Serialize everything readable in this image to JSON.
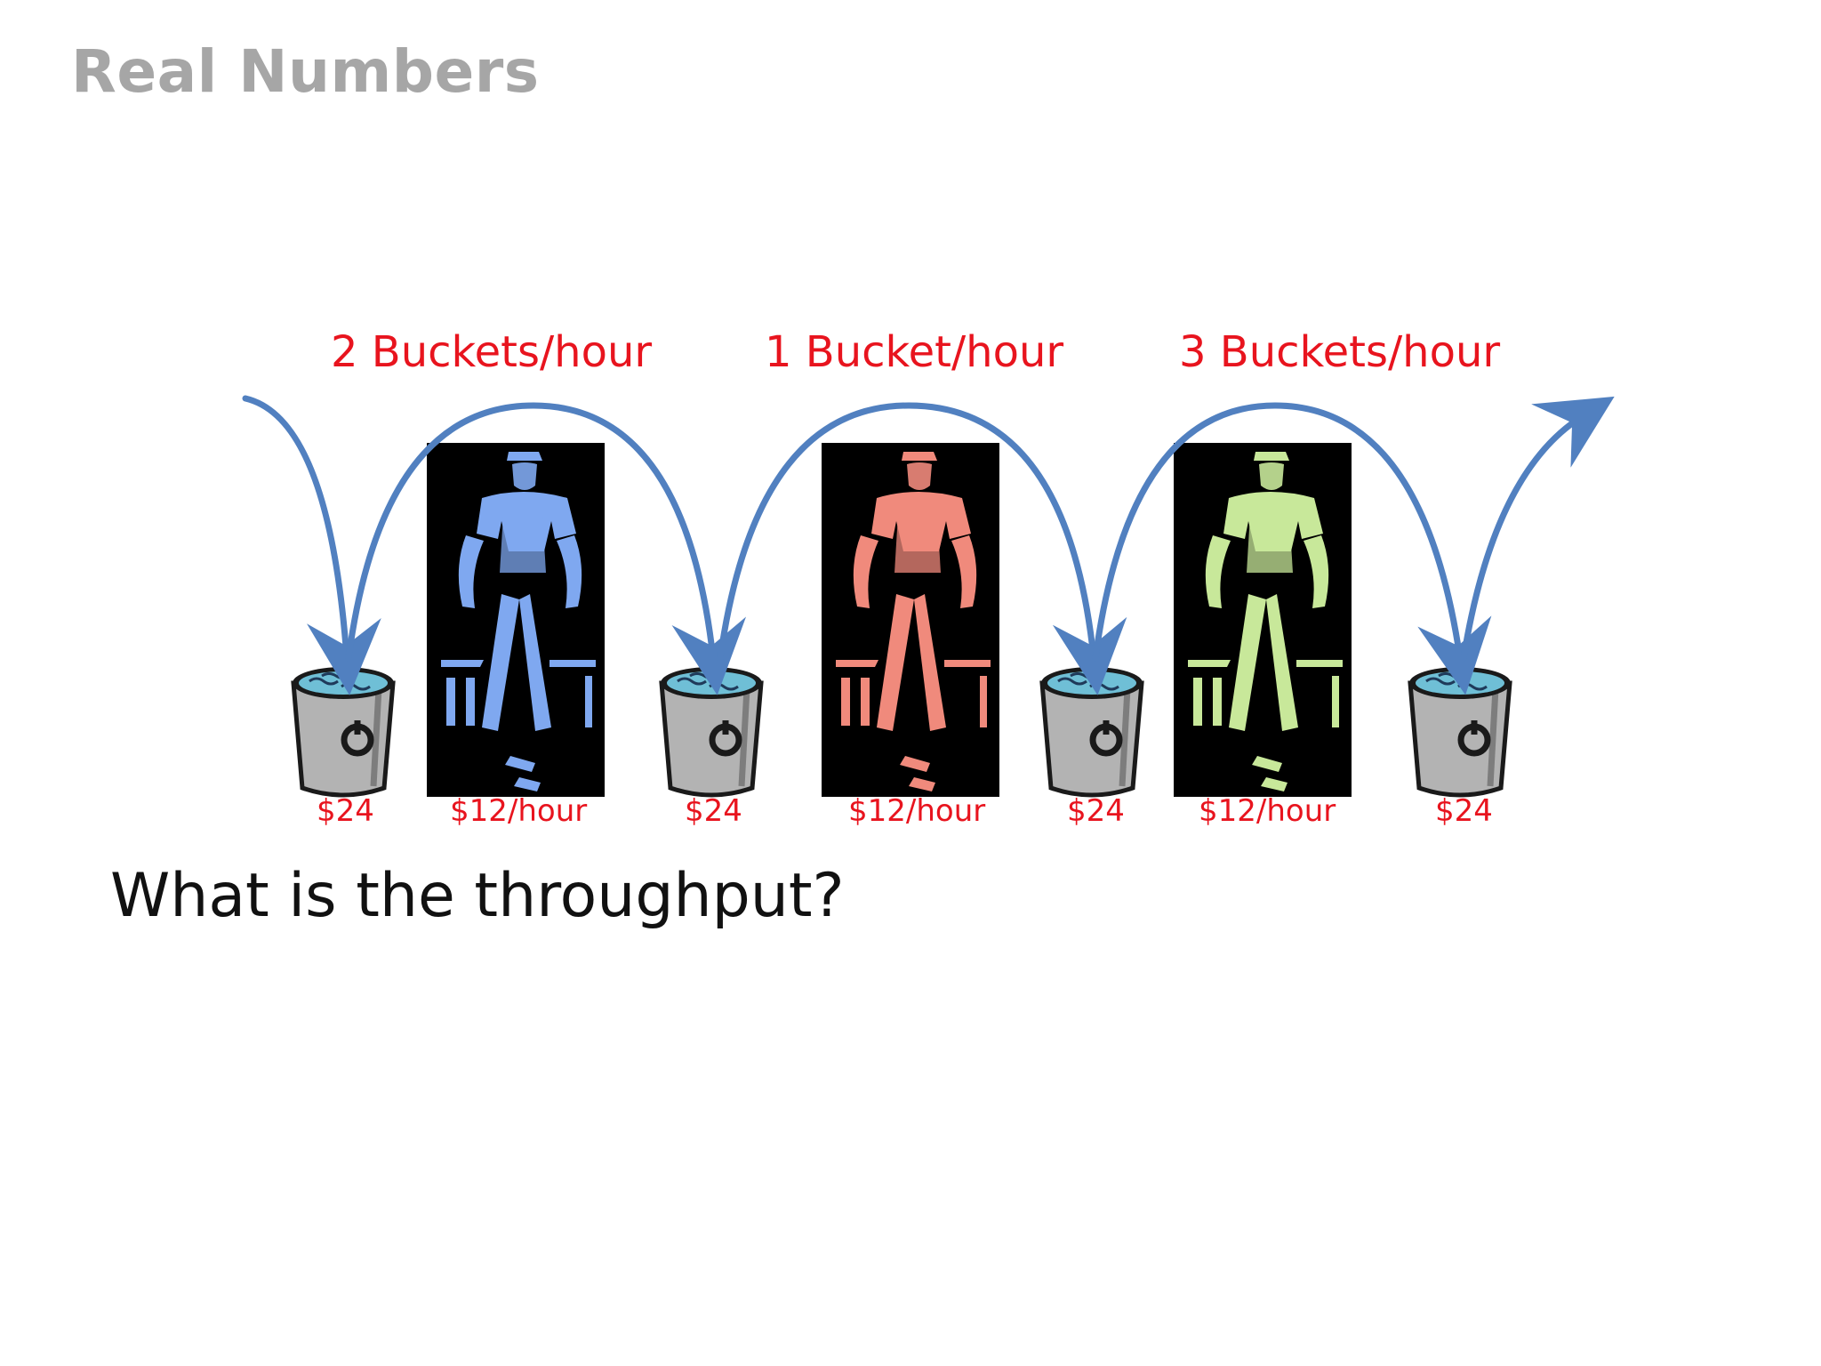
{
  "slide": {
    "title": "Real Numbers",
    "question": "What is the throughput?"
  },
  "rates": [
    {
      "label": "2 Buckets/hour"
    },
    {
      "label": "1 Bucket/hour"
    },
    {
      "label": "3 Buckets/hour"
    }
  ],
  "buckets": [
    {
      "price": "$24"
    },
    {
      "price": "$24"
    },
    {
      "price": "$24"
    },
    {
      "price": "$24"
    }
  ],
  "workers": [
    {
      "wage": "$12/hour",
      "color": "#7fa8f0"
    },
    {
      "wage": "$12/hour",
      "color": "#f08a7c"
    },
    {
      "wage": "$12/hour",
      "color": "#c8e89a"
    }
  ],
  "colors": {
    "arrow": "#5180c0",
    "label_red": "#e8141e",
    "title_gray": "#a6a6a6"
  },
  "icons": {
    "bucket": "water-bucket-icon",
    "worker": "worker-silhouette-icon"
  }
}
